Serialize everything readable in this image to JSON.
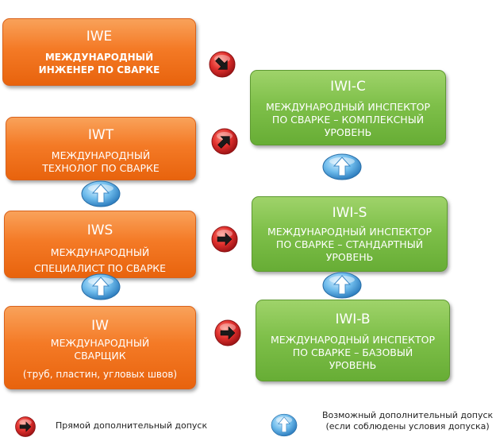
{
  "colors": {
    "orange": "#f47a26",
    "green": "#7fc04a",
    "red_button": "#d9282b",
    "blue_button": "#5fb0e6"
  },
  "boxes": {
    "iwe": {
      "code": "IWE",
      "desc": "МЕЖДУНАРОДНЫЙ\nИНЖЕНЕР ПО СВАРКЕ"
    },
    "iwt": {
      "code": "IWT",
      "desc": "МЕЖДУНАРОДНЫЙ\nТЕХНОЛОГ ПО СВАРКЕ"
    },
    "iws": {
      "code": "IWS",
      "desc": "МЕЖДУНАРОДНЫЙ\nСПЕЦИАЛИСТ ПО СВАРКЕ"
    },
    "iw": {
      "code": "IW",
      "desc": "МЕЖДУНАРОДНЫЙ\nСВАРЩИК",
      "extra": "(труб, пластин, угловых швов)"
    },
    "iwic": {
      "code": "IWI-C",
      "desc": "МЕЖДУНАРОДНЫЙ ИНСПЕКТОР\nПО СВАРКЕ – КОМПЛЕКСНЫЙ\nУРОВЕНЬ"
    },
    "iwis": {
      "code": "IWI-S",
      "desc": "МЕЖДУНАРОДНЫЙ ИНСПЕКТОР\nПО СВАРКЕ – СТАНДАРТНЫЙ\nУРОВЕНЬ"
    },
    "iwib": {
      "code": "IWI-B",
      "desc": "МЕЖДУНАРОДНЫЙ ИНСПЕКТОР\nПО СВАРКЕ – БАЗОВЫЙ\nУРОВЕНЬ"
    }
  },
  "legend": {
    "direct": "Прямой дополнительный допуск",
    "possible": "Возможный дополнительный допуск\n(если соблюдены условия допуска)"
  },
  "icons": {
    "red": "arrow-button-red-icon",
    "blue": "arrow-button-blue-up-icon"
  }
}
